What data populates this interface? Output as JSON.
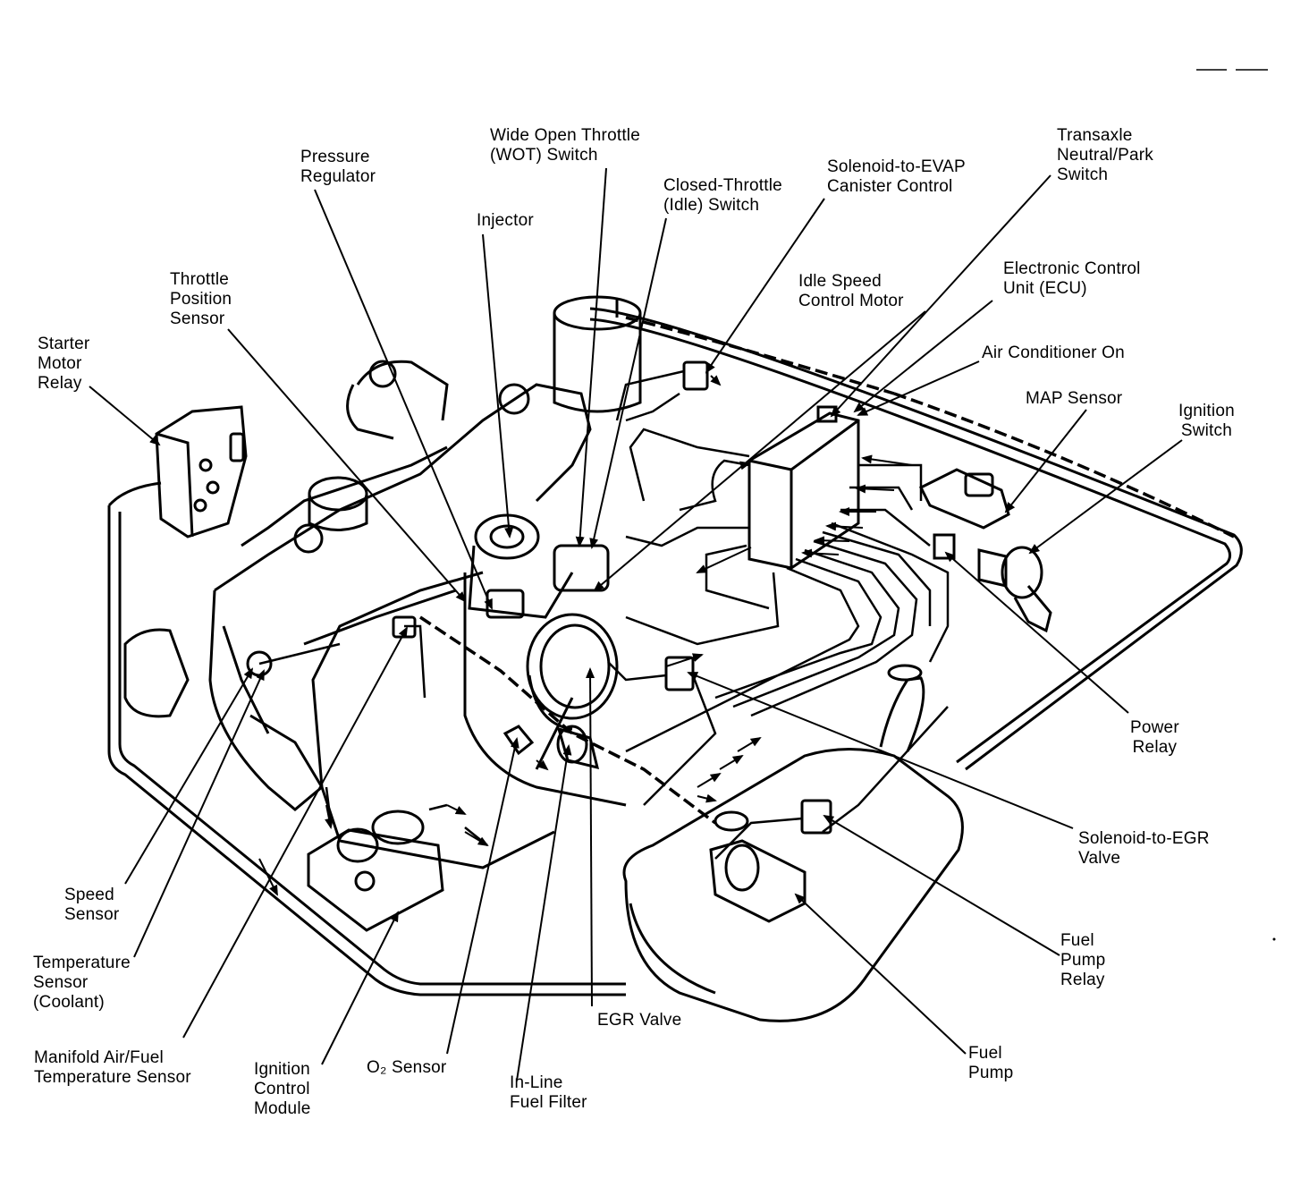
{
  "diagram": {
    "labels": {
      "starter_motor_relay": [
        "Starter",
        "Motor",
        "Relay"
      ],
      "throttle_position_sensor": [
        "Throttle",
        "Position",
        "Sensor"
      ],
      "pressure_regulator": [
        "Pressure",
        "Regulator"
      ],
      "injector": [
        "Injector"
      ],
      "wot_switch": [
        "Wide Open Throttle",
        "(WOT) Switch"
      ],
      "closed_throttle_switch": [
        "Closed-Throttle",
        "(Idle) Switch"
      ],
      "solenoid_evap": [
        "Solenoid-to-EVAP",
        "Canister Control"
      ],
      "transaxle_switch": [
        "Transaxle",
        "Neutral/Park",
        "Switch"
      ],
      "idle_speed_motor": [
        "Idle Speed",
        "Control Motor"
      ],
      "ecu": [
        "Electronic Control",
        "Unit (ECU)"
      ],
      "ac_on": [
        "Air Conditioner On"
      ],
      "map_sensor": [
        "MAP Sensor"
      ],
      "ignition_switch": [
        "Ignition",
        "Switch"
      ],
      "power_relay": [
        "Power",
        "Relay"
      ],
      "solenoid_egr": [
        "Solenoid-to-EGR",
        "Valve"
      ],
      "fuel_pump_relay": [
        "Fuel",
        "Pump",
        "Relay"
      ],
      "fuel_pump": [
        "Fuel",
        "Pump"
      ],
      "egr_valve": [
        "EGR Valve"
      ],
      "inline_fuel_filter": [
        "In-Line",
        "Fuel Filter"
      ],
      "o2_sensor": [
        "O₂ Sensor"
      ],
      "ignition_control_module": [
        "Ignition",
        "Control",
        "Module"
      ],
      "manifold_temp_sensor": [
        "Manifold Air/Fuel",
        "Temperature Sensor"
      ],
      "temperature_sensor": [
        "Temperature",
        "Sensor",
        "(Coolant)"
      ],
      "speed_sensor": [
        "Speed",
        "Sensor"
      ]
    }
  }
}
